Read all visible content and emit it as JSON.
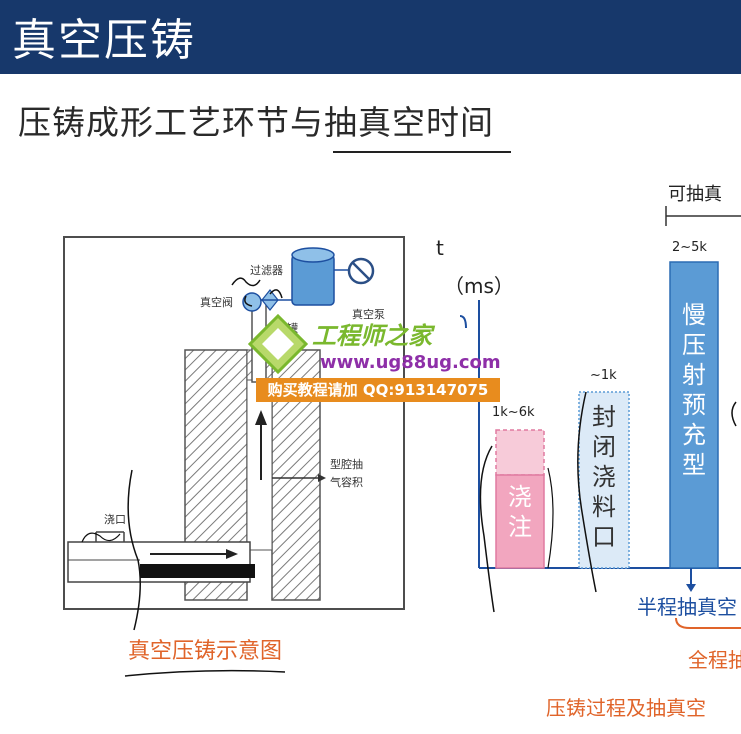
{
  "slide": {
    "title": "真空压铸",
    "subtitle": "压铸成形工艺环节与抽真空时间"
  },
  "diagram": {
    "labels": {
      "filter": "过滤器",
      "vacuum_valve": "真空阀",
      "tank": "压罐",
      "vacuum_pump": "真空泵",
      "cavity_exhaust": "型腔抽",
      "gas_volume": "气容积",
      "pour_port": "浇口"
    },
    "caption": "真空压铸示意图"
  },
  "chart": {
    "axis_t": "t",
    "axis_unit": "（ms）",
    "top_label": "可抽真",
    "bars": [
      {
        "value_label": "1k~6k",
        "text": "浇注"
      },
      {
        "value_label": "~1k",
        "text": "封闭浇料口"
      },
      {
        "value_label": "2~5k",
        "text": "慢压射预充型"
      }
    ],
    "half_label": "半程抽真空",
    "full_label": "全程抽",
    "bottom_caption": "压铸过程及抽真空"
  },
  "watermark": {
    "brand": "工程师之家",
    "url": "www.ug88ug.com",
    "banner": "购买教程请加 QQ:913147075"
  },
  "colors": {
    "title_bar": "#17386b",
    "bar_blue": "#5b9bd5",
    "pink": "#f2a6bf",
    "orange_text": "#e0642a",
    "blue_text": "#1d4fa0"
  }
}
